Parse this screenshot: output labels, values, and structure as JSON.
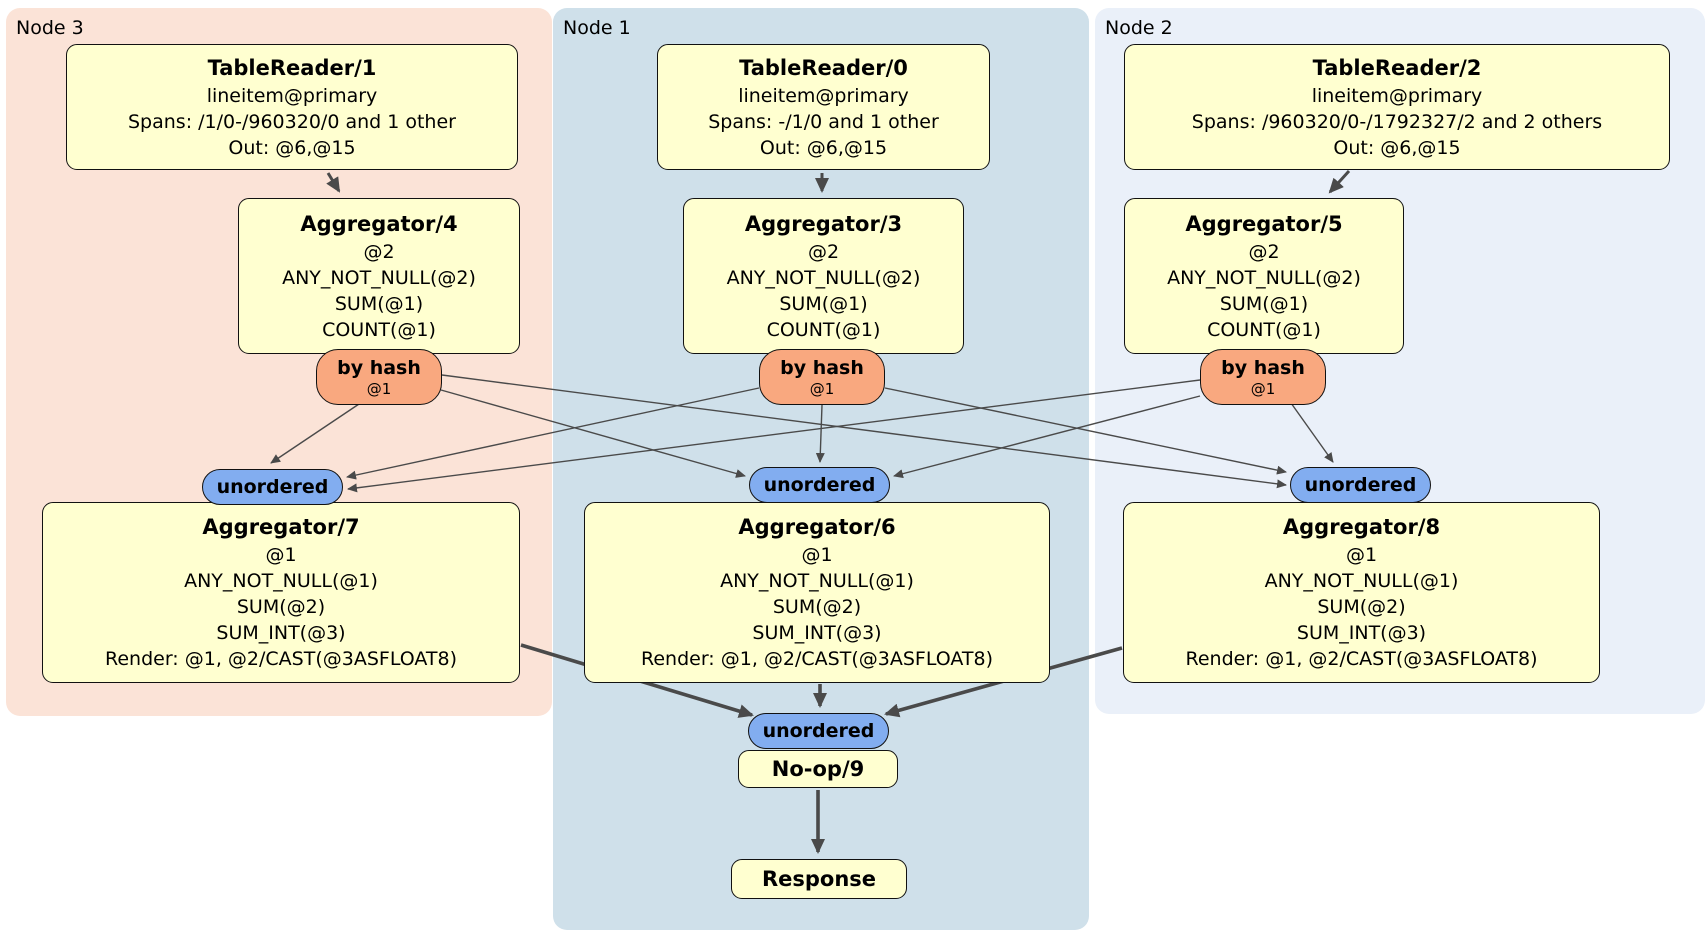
{
  "regions": {
    "node3": {
      "label": "Node 3"
    },
    "node1": {
      "label": "Node 1"
    },
    "node2": {
      "label": "Node 2"
    }
  },
  "processors": {
    "tr1": {
      "title": "TableReader/1",
      "lines": [
        "lineitem@primary",
        "Spans: /1/0-/960320/0 and 1 other",
        "Out: @6,@15"
      ]
    },
    "tr0": {
      "title": "TableReader/0",
      "lines": [
        "lineitem@primary",
        "Spans: -/1/0 and 1 other",
        "Out: @6,@15"
      ]
    },
    "tr2": {
      "title": "TableReader/2",
      "lines": [
        "lineitem@primary",
        "Spans: /960320/0-/1792327/2 and 2 others",
        "Out: @6,@15"
      ]
    },
    "agg4": {
      "title": "Aggregator/4",
      "lines": [
        "@2",
        "ANY_NOT_NULL(@2)",
        "SUM(@1)",
        "COUNT(@1)"
      ]
    },
    "agg3": {
      "title": "Aggregator/3",
      "lines": [
        "@2",
        "ANY_NOT_NULL(@2)",
        "SUM(@1)",
        "COUNT(@1)"
      ]
    },
    "agg5": {
      "title": "Aggregator/5",
      "lines": [
        "@2",
        "ANY_NOT_NULL(@2)",
        "SUM(@1)",
        "COUNT(@1)"
      ]
    },
    "agg7": {
      "title": "Aggregator/7",
      "lines": [
        "@1",
        "ANY_NOT_NULL(@1)",
        "SUM(@2)",
        "SUM_INT(@3)",
        "Render: @1, @2/CAST(@3ASFLOAT8)"
      ]
    },
    "agg6": {
      "title": "Aggregator/6",
      "lines": [
        "@1",
        "ANY_NOT_NULL(@1)",
        "SUM(@2)",
        "SUM_INT(@3)",
        "Render: @1, @2/CAST(@3ASFLOAT8)"
      ]
    },
    "agg8": {
      "title": "Aggregator/8",
      "lines": [
        "@1",
        "ANY_NOT_NULL(@1)",
        "SUM(@2)",
        "SUM_INT(@3)",
        "Render: @1, @2/CAST(@3ASFLOAT8)"
      ]
    },
    "noop": {
      "title": "No-op/9"
    },
    "response": {
      "title": "Response"
    }
  },
  "router": {
    "label": "by hash",
    "key": "@1"
  },
  "sync": {
    "label": "unordered"
  },
  "colors": {
    "node3_bg": "#fbe3d7",
    "node1_bg": "#cfe0ea",
    "node2_bg": "#eaf0f9",
    "box_fill": "#ffffd0",
    "router_fill": "#f9a87f",
    "sync_fill": "#82adf0",
    "edge": "#4a4a4a"
  }
}
